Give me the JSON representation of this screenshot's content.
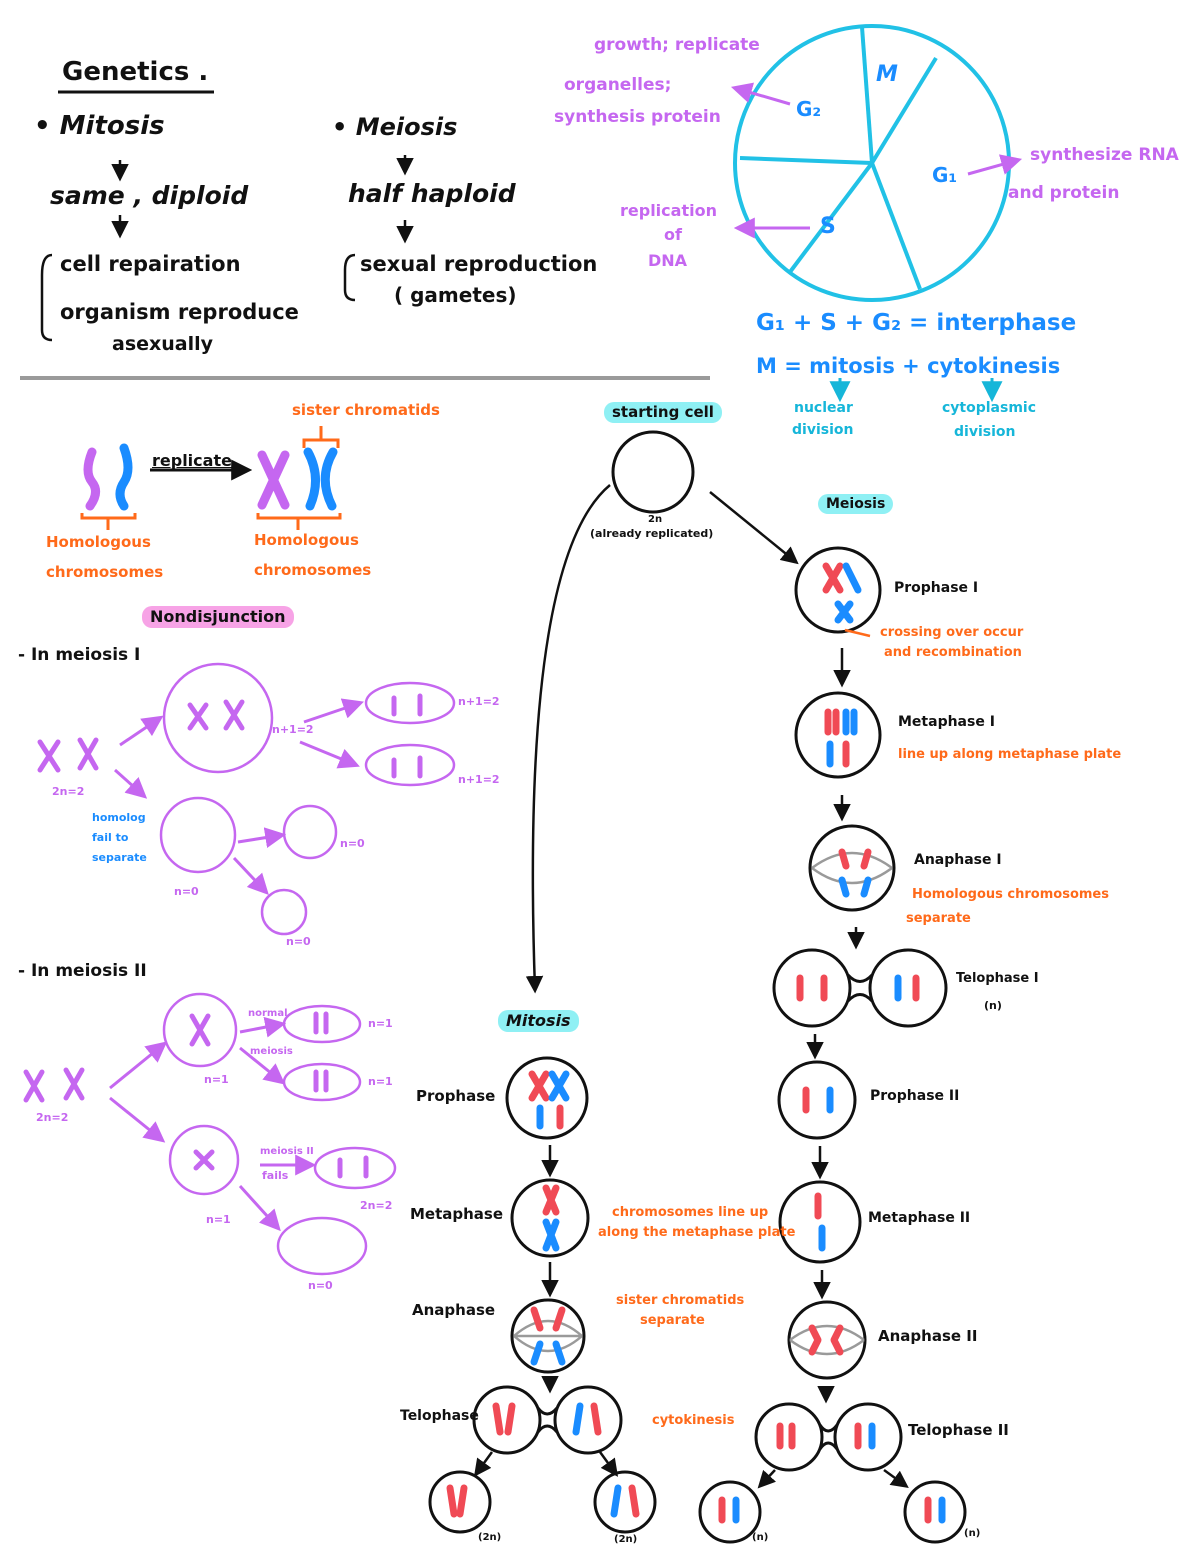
{
  "colors": {
    "ink": "#111111",
    "orange": "#ff6a1a",
    "purple": "#c567f0",
    "blue": "#1a8cff",
    "red": "#f04a55",
    "cyan": "#16b6d9",
    "highlight_cyan": "#8ff0f4",
    "highlight_pink": "#f7a3e6"
  },
  "notes": {
    "title": "Genetics .",
    "mitosis_head": "• Mitosis",
    "mitosis_ploidy": "same , diploid",
    "mitosis_use1": "cell repairation",
    "mitosis_use2": "organism reproduce",
    "mitosis_use3": "asexually",
    "meiosis_head": "• Meiosis",
    "meiosis_ploidy": "half haploid",
    "meiosis_use1": "sexual reproduction",
    "meiosis_use2": "( gametes)"
  },
  "cycle": {
    "m": "M",
    "g1": "G₁",
    "g2": "G₂",
    "s": "S",
    "g2_note1": "growth; replicate",
    "g2_note2": "organelles;",
    "g2_note3": "synthesis protein",
    "g1_note1": "synthesize RNA",
    "g1_note2": "and protein",
    "s_note1": "replication",
    "s_note2": "of",
    "s_note3": "DNA",
    "eq1": "G₁ + S + G₂ = interphase",
    "eq2": "M = mitosis + cytokinesis",
    "nuc1": "nuclear",
    "nuc2": "division",
    "cyto1": "cytoplasmic",
    "cyto2": "division"
  },
  "chromosomes": {
    "sister": "sister chromatids",
    "replicate": "replicate",
    "homo_left1": "Homologous",
    "homo_left2": "chromosomes",
    "homo_right1": "Homologous",
    "homo_right2": "chromosomes"
  },
  "nondisjunction": {
    "title": "Nondisjunction",
    "m1": "- In meiosis I",
    "m1_2n": "2n=2",
    "m1_n2": "n+1=2",
    "m1_out1": "n+1=2",
    "m1_out2": "n+1=2",
    "m1_fail1": "homolog",
    "m1_fail2": "fail to",
    "m1_fail3": "separate",
    "m1_n0": "n=0",
    "m1_out3": "n=0",
    "m1_out4": "n=0",
    "m2": "- In meiosis II",
    "m2_2n": "2n=2",
    "m2_n1": "n=1",
    "m2_normal1": "normal",
    "m2_normal2": "meiosis",
    "m2_out1": "n=1",
    "m2_out2": "n=1",
    "m2_n1b": "n=1",
    "m2_fail1": "meiosis II",
    "m2_fail2": "fails",
    "m2_out3": "2n=2",
    "m2_out4": "n=0"
  },
  "flow": {
    "start": "starting cell",
    "start_2n": "2n",
    "start_note": "(already replicated)",
    "mitosis": "Mitosis",
    "prophase": "Prophase",
    "metaphase": "Metaphase",
    "metaphase_note1": "chromosomes line up",
    "metaphase_note2": "along the metaphase plate",
    "anaphase": "Anaphase",
    "anaphase_note1": "sister chromatids",
    "anaphase_note2": "separate",
    "telophase": "Telophase",
    "cytokinesis": "cytokinesis",
    "mit_out1": "(2n)",
    "mit_out2": "(2n)",
    "meiosis": "Meiosis",
    "pro1": "Prophase I",
    "pro1_note1": "crossing over occur",
    "pro1_note2": "and recombination",
    "meta1": "Metaphase I",
    "meta1_note": "line up along metaphase plate",
    "ana1": "Anaphase I",
    "ana1_note1": "Homologous chromosomes",
    "ana1_note2": "separate",
    "telo1": "Telophase I",
    "telo1_n": "(n)",
    "pro2": "Prophase II",
    "meta2": "Metaphase II",
    "ana2": "Anaphase II",
    "telo2": "Telophase II",
    "mei_out1": "(n)",
    "mei_out2": "(n)"
  }
}
